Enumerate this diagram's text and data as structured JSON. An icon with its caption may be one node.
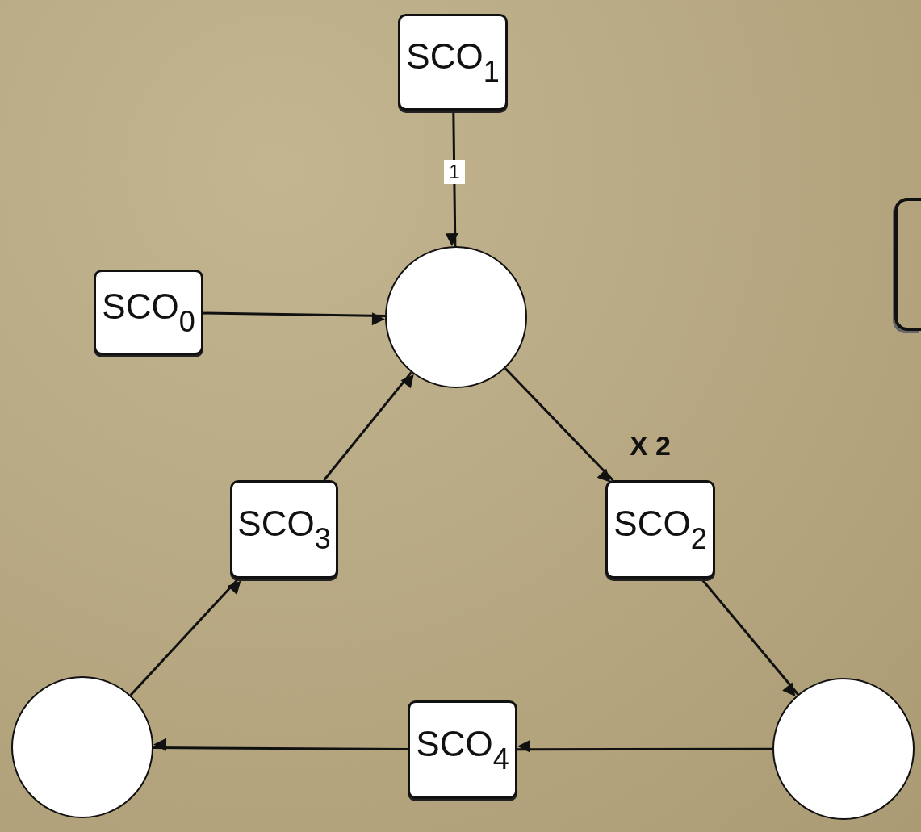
{
  "diagram": {
    "nodes": [
      {
        "text": [
          "SCO$_{1}$"
        ]
      },
      {
        "text": [
          "SCO$_{0}$"
        ]
      },
      {
        "text": [],
        "shape": "circle"
      },
      {
        "text": [
          "SCO$_{2}$"
        ],
        "beside": [
          "X 2"
        ]
      },
      {
        "text": [
          "SCO$_{3}$"
        ]
      },
      {
        "text": [],
        "shape": "circle"
      },
      {
        "text": [],
        "shape": "circle"
      },
      {
        "text": [
          "SCO$_{4}$"
        ]
      },
      {
        "text": [],
        "shape": "box"
      }
    ],
    "edges": [
      {
        "from": 0,
        "to": 2,
        "arrow": "to",
        "label": "1"
      },
      {
        "from": 1,
        "to": 2,
        "arrow": "to"
      },
      {
        "from": 2,
        "to": 3,
        "arrow": "to"
      },
      {
        "from": 3,
        "to": 6,
        "arrow": "to"
      },
      {
        "from": 6,
        "to": 7,
        "arrow": "to"
      },
      {
        "from": 7,
        "to": 5,
        "arrow": "to"
      },
      {
        "from": 5,
        "to": 4,
        "arrow": "to"
      },
      {
        "from": 4,
        "to": 2,
        "arrow": "to"
      }
    ]
  }
}
